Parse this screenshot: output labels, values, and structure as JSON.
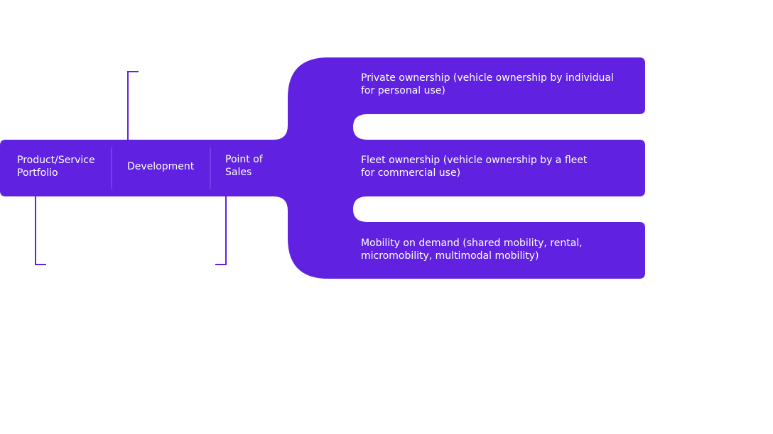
{
  "colors": {
    "shape_fill": "#6022E0",
    "bracket": "#6022E0",
    "divider": "#8A5CEB",
    "text": "#FFFFFF",
    "background": "#FFFFFF"
  },
  "stages": [
    {
      "label": "Product/Service\nPortfolio"
    },
    {
      "label": "Development"
    },
    {
      "label": "Point of\nSales"
    }
  ],
  "options": [
    {
      "label": "Private ownership (vehicle ownership by individual\nfor personal use)"
    },
    {
      "label": "Fleet ownership (vehicle ownership by a fleet\nfor commercial use)"
    },
    {
      "label": "Mobility on demand (shared mobility, rental,\nmicromobility, multimodal mobility)"
    }
  ]
}
